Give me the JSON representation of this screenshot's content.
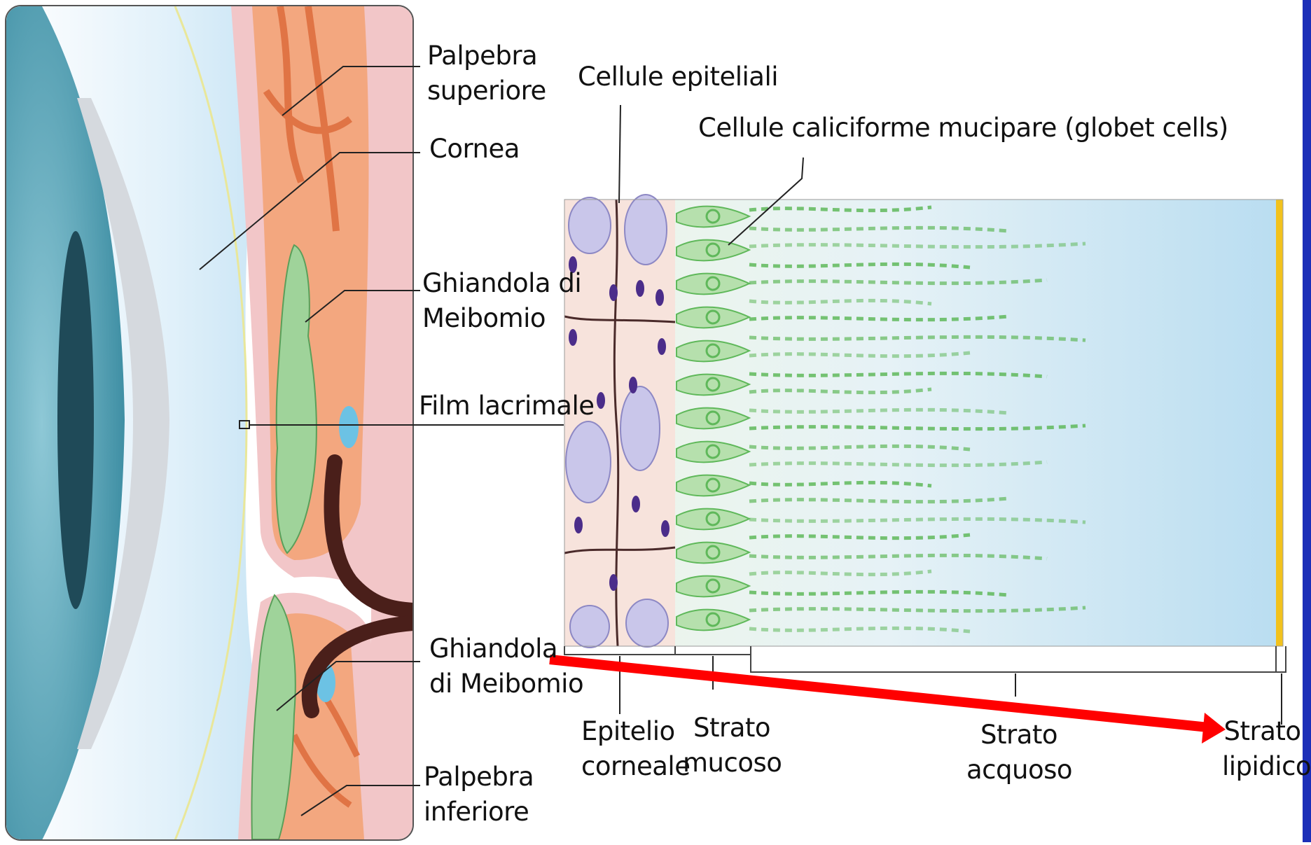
{
  "labels": {
    "palpebra_superiore": [
      "Palpebra",
      "superiore"
    ],
    "cornea": "Cornea",
    "ghiandola_meibomio_top": [
      "Ghiandola di",
      "Meibomio"
    ],
    "film_lacrimale": "Film lacrimale",
    "ghiandola_meibomio_bottom": [
      "Ghiandola",
      "di Meibomio"
    ],
    "palpebra_inferiore": [
      "Palpebra",
      "inferiore"
    ],
    "cellule_epiteliali": "Cellule epiteliali",
    "cellule_caliciforme": "Cellule caliciforme mucipare (globet cells)",
    "epitelio_corneale": [
      "Epitelio",
      "corneale"
    ],
    "strato_mucoso": [
      "Strato",
      "mucoso"
    ],
    "strato_acquoso": [
      "Strato",
      "acquoso"
    ],
    "strato_lipidico": [
      "Strato",
      "lipidico"
    ]
  },
  "colors": {
    "border_blue": "#1c2fb8",
    "cornea_blue": "#cfe7f6",
    "iris_teal": "#4f9fb3",
    "pupil": "#1f4a58",
    "lid_pink": "#f2c6c8",
    "lid_orange": "#f3a77f",
    "gland_green": "#9fd39a",
    "duct_brown": "#4a1f1a",
    "epithelium_bg": "#f7e3dc",
    "mucus_green": "#5fb85a",
    "aqueous_blue": "#bfe0f2",
    "lipid_yellow": "#f2c21d",
    "arrow_red": "#ff0000"
  }
}
